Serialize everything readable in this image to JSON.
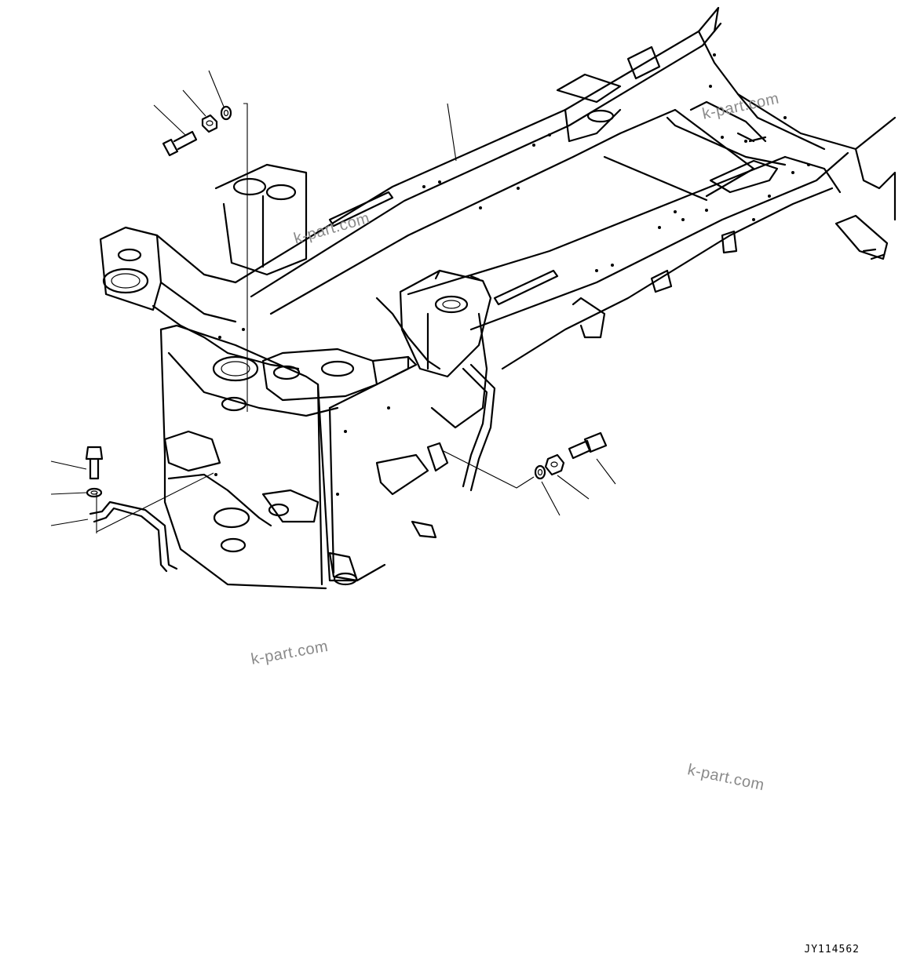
{
  "watermarks": [
    "k-part.com",
    "k-part.com",
    "k-part.com",
    "k-part.com"
  ],
  "drawing_code": "JY114562",
  "parts": [
    {
      "name": "main-frame"
    },
    {
      "name": "bolt-top-left"
    },
    {
      "name": "nut-top-left"
    },
    {
      "name": "washer-top-left"
    },
    {
      "name": "bolt-left"
    },
    {
      "name": "washer-left"
    },
    {
      "name": "bracket-left"
    },
    {
      "name": "bolt-right"
    },
    {
      "name": "nut-right"
    },
    {
      "name": "washer-right"
    }
  ]
}
